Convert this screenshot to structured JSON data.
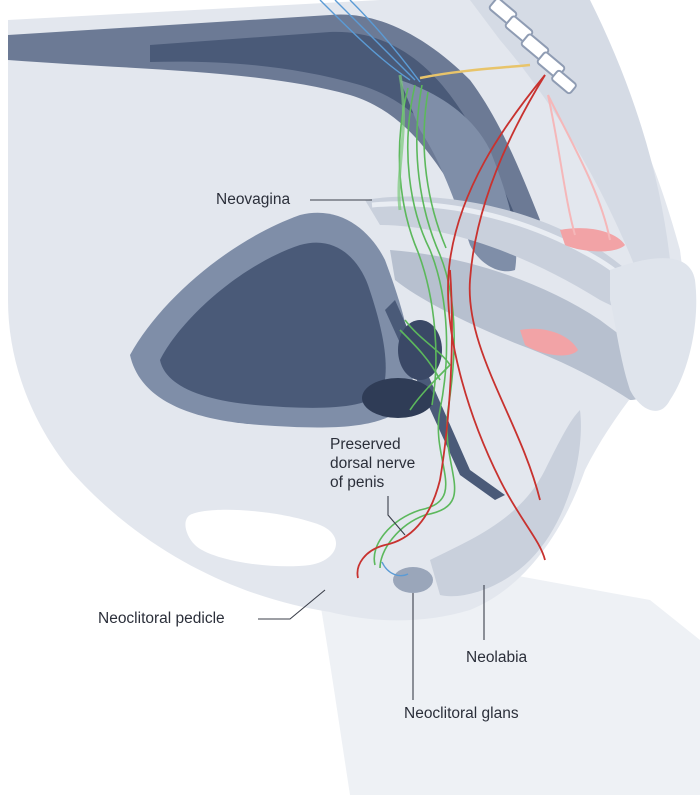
{
  "labels": {
    "neovagina": "Neovagina",
    "dorsal_nerve_line1": "Preserved",
    "dorsal_nerve_line2": "dorsal nerve",
    "dorsal_nerve_line3": "of penis",
    "neoclitoral_pedicle": "Neoclitoral pedicle",
    "neolabia": "Neolabia",
    "neoclitoral_glans": "Neoclitoral glans"
  },
  "colors": {
    "background": "#ffffff",
    "body_pale": "#e3e7ee",
    "body_mid": "#c9d0dc",
    "tissue_blue": "#7f8ea8",
    "tissue_dark": "#4a5a78",
    "tissue_deep": "#2f3c56",
    "nerve_green": "#5cb85c",
    "artery_red": "#c8322f",
    "pink_muscle": "#f2a3a6",
    "nerve_blue": "#5b9bd5",
    "nerve_yellow": "#e8c46a"
  }
}
